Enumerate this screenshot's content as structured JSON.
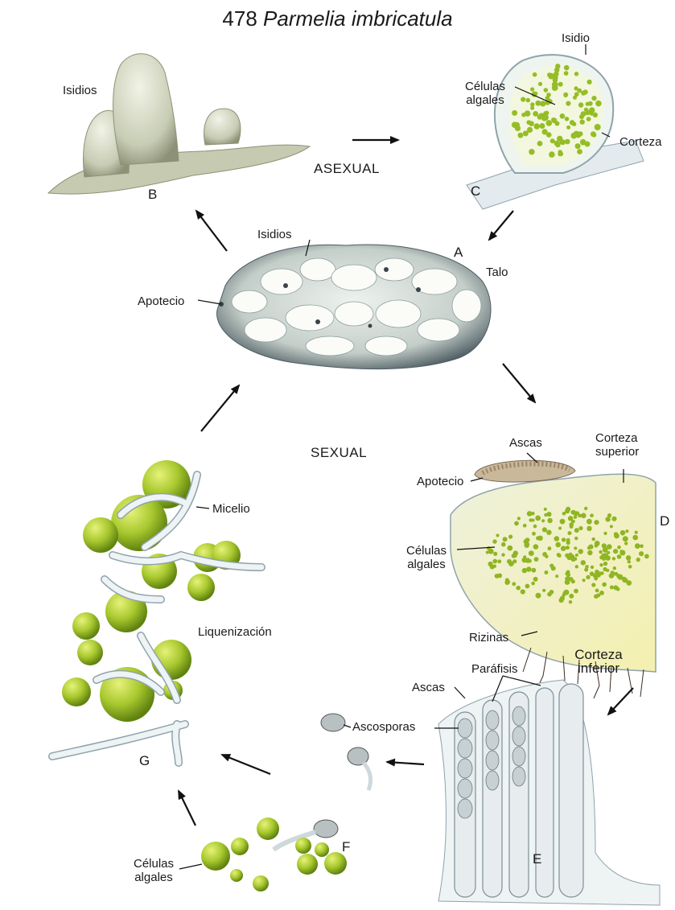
{
  "title": {
    "number": "478",
    "species": "Parmelia imbricatula"
  },
  "stages": {
    "asexual": "ASEXUAL",
    "sexual": "SEXUAL"
  },
  "letters": {
    "a": "A",
    "b": "B",
    "c": "C",
    "d": "D",
    "e": "E",
    "f": "F",
    "g": "G"
  },
  "labels": {
    "b_isidios": "Isidios",
    "c_isidio": "Isidio",
    "c_celulas_1": "Células",
    "c_celulas_2": "algales",
    "c_corteza": "Corteza",
    "a_isidios": "Isidios",
    "a_talo": "Talo",
    "a_apotecio": "Apotecio",
    "d_ascas": "Ascas",
    "d_corteza_sup_1": "Corteza",
    "d_corteza_sup_2": "superior",
    "d_apotecio": "Apotecio",
    "d_celulas_1": "Células",
    "d_celulas_2": "algales",
    "d_rizinas": "Rizinas",
    "d_corteza_inf_1": "Corteza",
    "d_corteza_inf_2": "inferior",
    "g_micelio": "Micelio",
    "g_liquenizacion": "Liquenización",
    "e_parafisis": "Paráfisis",
    "e_ascas": "Ascas",
    "f_ascosporas": "Ascosporas",
    "f_celulas_1": "Células",
    "f_celulas_2": "algales"
  },
  "colors": {
    "algae": "#9bc12a",
    "algae_dark": "#6f9418",
    "thallus": "#cfd6d2",
    "hyphae": "#dfe7ea",
    "hyphae_edge": "#8fa3ab",
    "isidia": "#d8dcca",
    "arrow": "#111111"
  }
}
